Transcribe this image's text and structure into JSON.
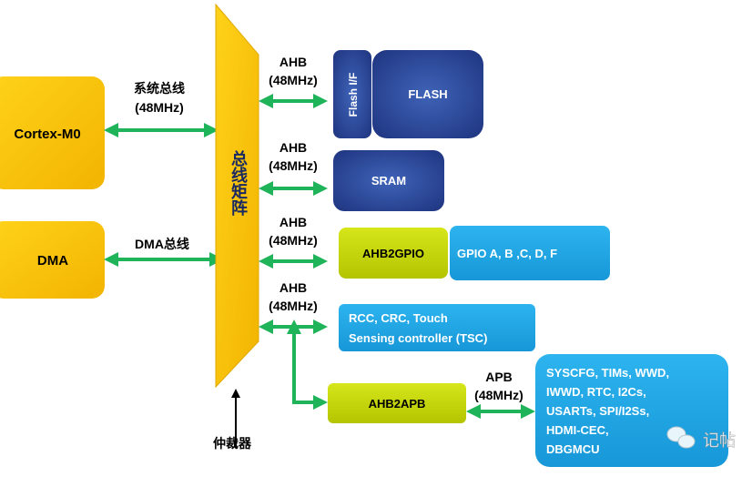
{
  "colors": {
    "gold": "#f9c400",
    "navy": "#2e4a9a",
    "cyan": "#1ea7e6",
    "lime": "#c6d800",
    "green": "#1fb35a"
  },
  "cortex": "Cortex-M0",
  "dma": "DMA",
  "system_bus": {
    "line1": "系统总线",
    "line2": "(48MHz)"
  },
  "dma_bus": "DMA总线",
  "bus_matrix": "总线矩阵",
  "arbiter": "仲裁器",
  "ahb_labels": [
    {
      "line1": "AHB",
      "line2": "(48MHz)"
    },
    {
      "line1": "AHB",
      "line2": "(48MHz)"
    },
    {
      "line1": "AHB",
      "line2": "(48MHz)"
    },
    {
      "line1": "AHB",
      "line2": "(48MHz)"
    }
  ],
  "apb_label": {
    "line1": "APB",
    "line2": "(48MHz)"
  },
  "flash_if": "Flash I/F",
  "flash": "FLASH",
  "sram": "SRAM",
  "ahb2gpio": "AHB2GPIO",
  "gpio": "GPIO A, B ,C, D, F",
  "rcc": {
    "line1": "RCC, CRC, Touch",
    "line2": "Sensing controller (TSC)"
  },
  "ahb2apb": "AHB2APB",
  "apb_periph": [
    "SYSCFG, TIMs, WWD,",
    "IWWD, RTC, I2Cs,",
    "USARTs, SPI/I2Ss,",
    "HDMI-CEC,",
    "DBGMCU"
  ],
  "watermark": "记帖"
}
